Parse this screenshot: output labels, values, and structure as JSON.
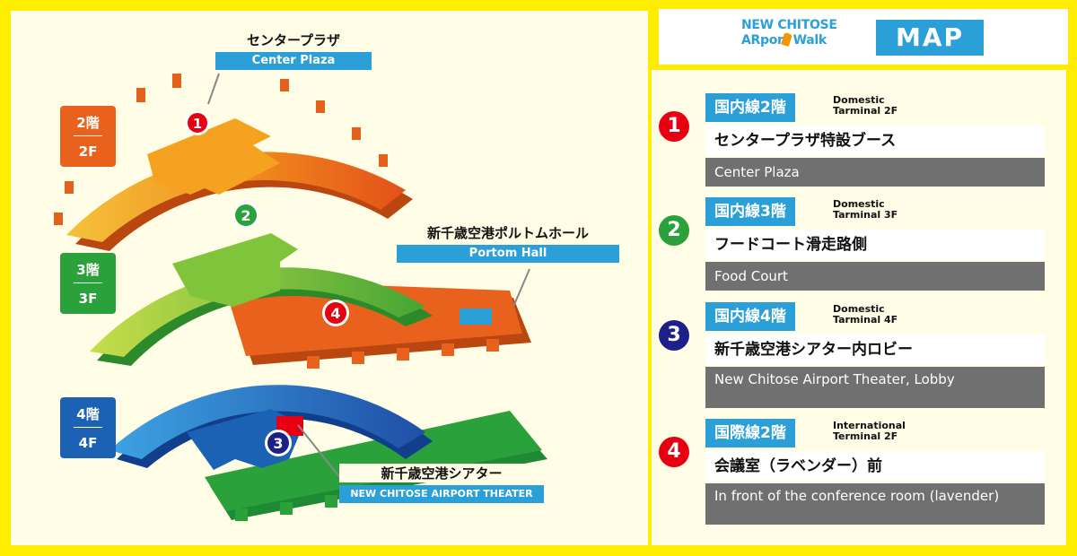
{
  "header": {
    "brand_line1": "NEW CHITOSE",
    "brand_line2": "ARport Walk",
    "badge": "MAP"
  },
  "floors": [
    {
      "label_top": "2階",
      "label_bottom": "2F",
      "color": "#e8611d"
    },
    {
      "label_top": "3階",
      "label_bottom": "3F",
      "color": "#2aa13a"
    },
    {
      "label_top": "4階",
      "label_bottom": "4F",
      "color": "#1c62b4"
    }
  ],
  "callouts": {
    "center_plaza": {
      "jp": "センタープラザ",
      "en": "Center Plaza"
    },
    "portom": {
      "jp": "新千歳空港ポルトムホール",
      "en": "Portom Hall"
    },
    "theater": {
      "jp": "新千歳空港シアター",
      "en": "NEW CHITOSE AIRPORT THEATER"
    }
  },
  "map_markers": [
    "1",
    "2",
    "3",
    "4"
  ],
  "legend": [
    {
      "num": "1",
      "num_color": "#e60012",
      "tag": "国内線2階",
      "sub1": "Domestic",
      "sub2": "Tarminal 2F",
      "jp": "センタープラザ特設ブース",
      "en": "Center Plaza"
    },
    {
      "num": "2",
      "num_color": "#2aa13a",
      "tag": "国内線3階",
      "sub1": "Domestic",
      "sub2": "Tarminal 3F",
      "jp": "フードコート滑走路側",
      "en": "Food Court"
    },
    {
      "num": "3",
      "num_color": "#1d2088",
      "tag": "国内線4階",
      "sub1": "Domestic",
      "sub2": "Tarminal 4F",
      "jp": "新千歳空港シアター内ロビー",
      "en": "New Chitose Airport Theater, Lobby"
    },
    {
      "num": "4",
      "num_color": "#e60012",
      "tag": "国際線2階",
      "sub1": "International",
      "sub2": "Terminal 2F",
      "jp": "会議室（ラベンダー）前",
      "en": "In front of the conference room (lavender)"
    }
  ],
  "colors": {
    "background_yellow": "#ffed00",
    "panel_cream": "#fffde6",
    "accent_blue": "#2a9fd8",
    "orange_floor": "#e8611d",
    "green_floor": "#5fb82f",
    "blue_floor": "#1f6fc4",
    "marker_red": "#e60012"
  }
}
